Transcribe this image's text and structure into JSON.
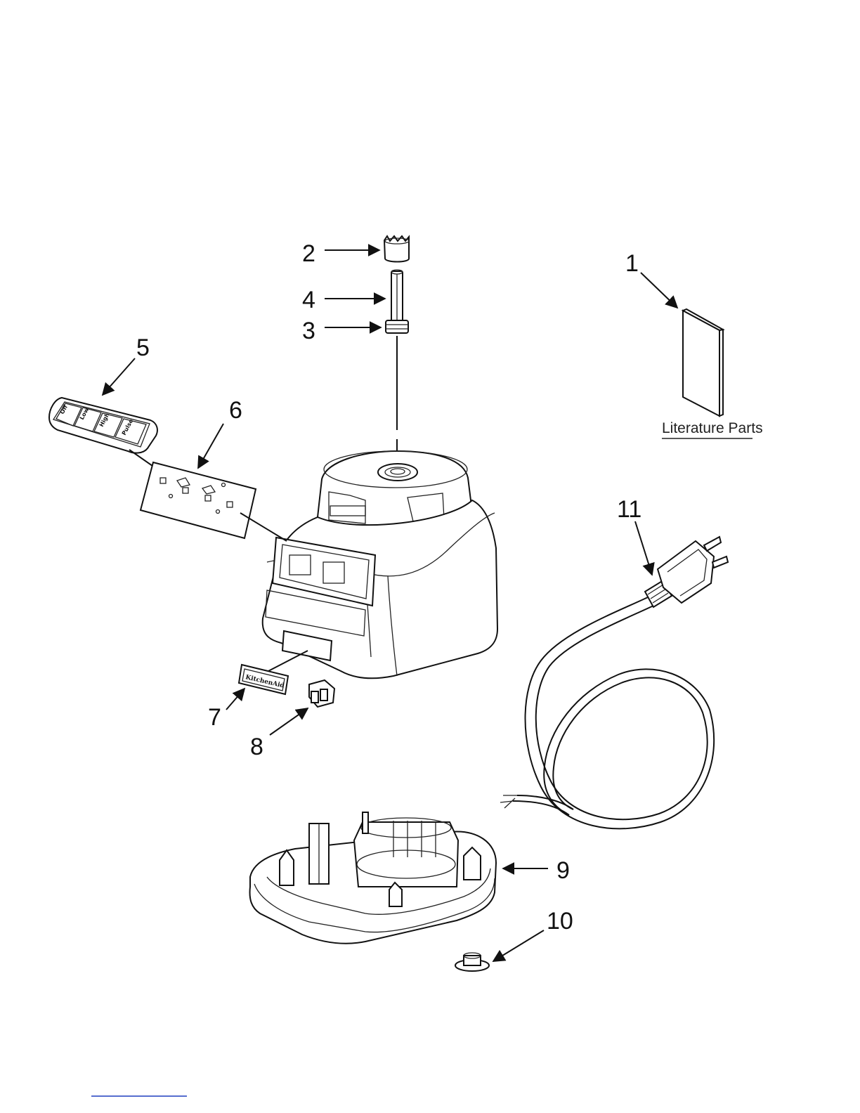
{
  "callouts": {
    "c1": "1",
    "c2": "2",
    "c3": "3",
    "c4": "4",
    "c5": "5",
    "c6": "6",
    "c7": "7",
    "c8": "8",
    "c9": "9",
    "c10": "10",
    "c11": "11"
  },
  "literature": {
    "caption": "Literature Parts"
  },
  "control_panel": {
    "buttons": [
      "Off",
      "Low",
      "High",
      "Pulse"
    ]
  },
  "badge": {
    "logo": "KitchenAid"
  },
  "colors": {
    "ink": "#111111",
    "background": "#ffffff",
    "footer_link": "#1f3fbf"
  }
}
